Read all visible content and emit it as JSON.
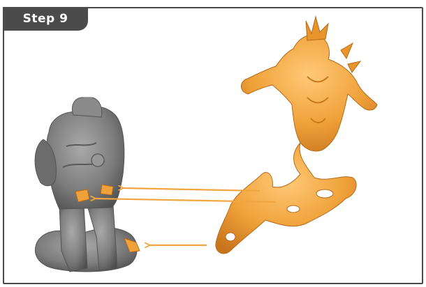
{
  "step": {
    "label": "Step 9"
  },
  "colors": {
    "frame": "#4a4a4a",
    "tab": "#4b4b4b",
    "gray_model": "#7d7d7d",
    "orange_model": "#f0a23a",
    "arrow": "#f2a541"
  },
  "figures": {
    "left": "gray-model-back-view",
    "right": "orange-fire-creature-model"
  }
}
